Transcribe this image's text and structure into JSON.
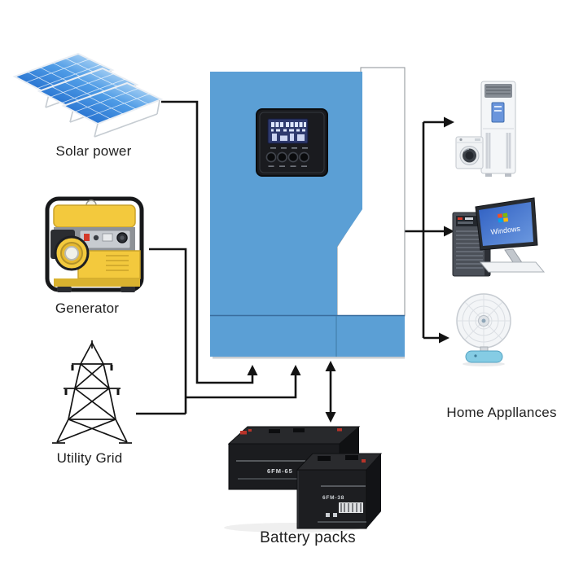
{
  "diagram": {
    "background": "#ffffff",
    "sources": [
      {
        "id": "solar",
        "label": "Solar power"
      },
      {
        "id": "generator",
        "label": "Generator"
      },
      {
        "id": "utility",
        "label": "Utility Grid"
      }
    ],
    "inverter": {
      "description": "blue solar inverter with LCD control panel",
      "body_color": "#5b9fd5",
      "lcd_color": "#2e3a6e"
    },
    "outputs": {
      "appliances_label": "Home Appllances",
      "items": [
        "air-conditioner",
        "washing-machine",
        "desktop-computer",
        "table-fan"
      ],
      "monitor_text": "Windows"
    },
    "storage": {
      "label": "Battery packs",
      "batteries": [
        {
          "model": "6FM-65"
        },
        {
          "model": "6FM-38"
        }
      ]
    },
    "colors": {
      "wire": "#131313",
      "inverter_blue": "#5b9fd5",
      "lcd_blue": "#2e3a6e",
      "solar_blue": "#1863c8",
      "generator_yellow": "#f3c93d",
      "fan_base_blue": "#85cce4",
      "windows_flag": [
        "#f25022",
        "#7fba00",
        "#00a4ef",
        "#ffb900"
      ]
    }
  }
}
